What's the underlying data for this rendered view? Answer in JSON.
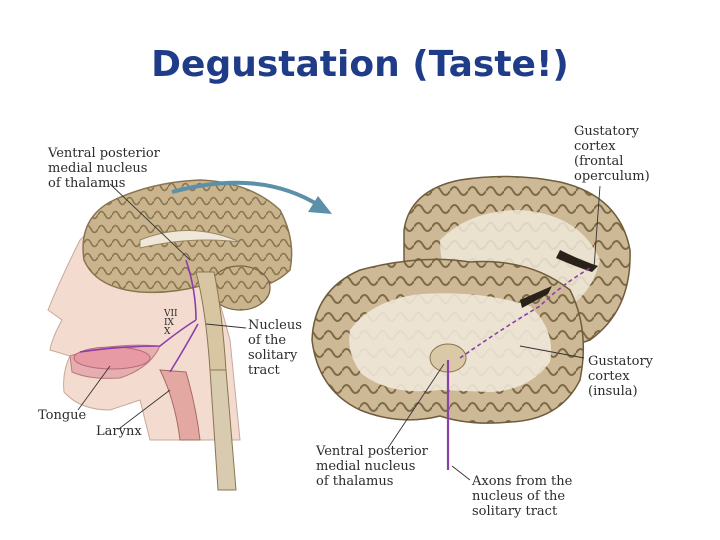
{
  "slide": {
    "title": "Degustation (Taste!)",
    "title_color": "#1f3c88"
  },
  "diagram": {
    "labels": {
      "vpm_top": [
        "Ventral posterior",
        "medial nucleus",
        "of thalamus"
      ],
      "gustatory_frontal": [
        "Gustatory",
        "cortex",
        "(frontal",
        "operculum)"
      ],
      "nucleus_solitary": [
        "Nucleus",
        "of the",
        "solitary",
        "tract"
      ],
      "gustatory_insula": [
        "Gustatory",
        "cortex",
        "(insula)"
      ],
      "tongue": "Tongue",
      "larynx": "Larynx",
      "vpm_bottom": [
        "Ventral posterior",
        "medial nucleus",
        "of thalamus"
      ],
      "axons": [
        "Axons from the",
        "nucleus of the",
        "solitary tract"
      ],
      "nerve_vii": "VII",
      "nerve_ix": "IX",
      "nerve_x": "X"
    },
    "colors": {
      "pathway": "#8b3fa8",
      "brain_tissue": "#c9b48e",
      "white_matter": "#efe8d8",
      "skin": "#f3dccf",
      "label_text": "#2b2b2b"
    }
  }
}
